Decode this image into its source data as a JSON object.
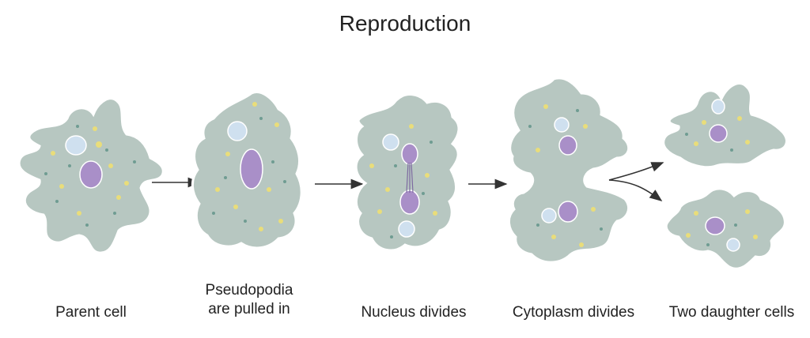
{
  "title": "Reproduction",
  "stages": [
    {
      "label_lines": [
        "Parent cell"
      ]
    },
    {
      "label_lines": [
        "Pseudopodia",
        "are pulled in"
      ]
    },
    {
      "label_lines": [
        "Nucleus divides"
      ]
    },
    {
      "label_lines": [
        "Cytoplasm divides"
      ]
    },
    {
      "label_lines": [
        "Two daughter cells"
      ]
    }
  ],
  "colors": {
    "cytoplasm": "#b7c7c1",
    "nucleus": "#a98fc8",
    "vacuole": "#cfe0ef",
    "granule": "#e9dd7a",
    "dot": "#6f9c92"
  }
}
